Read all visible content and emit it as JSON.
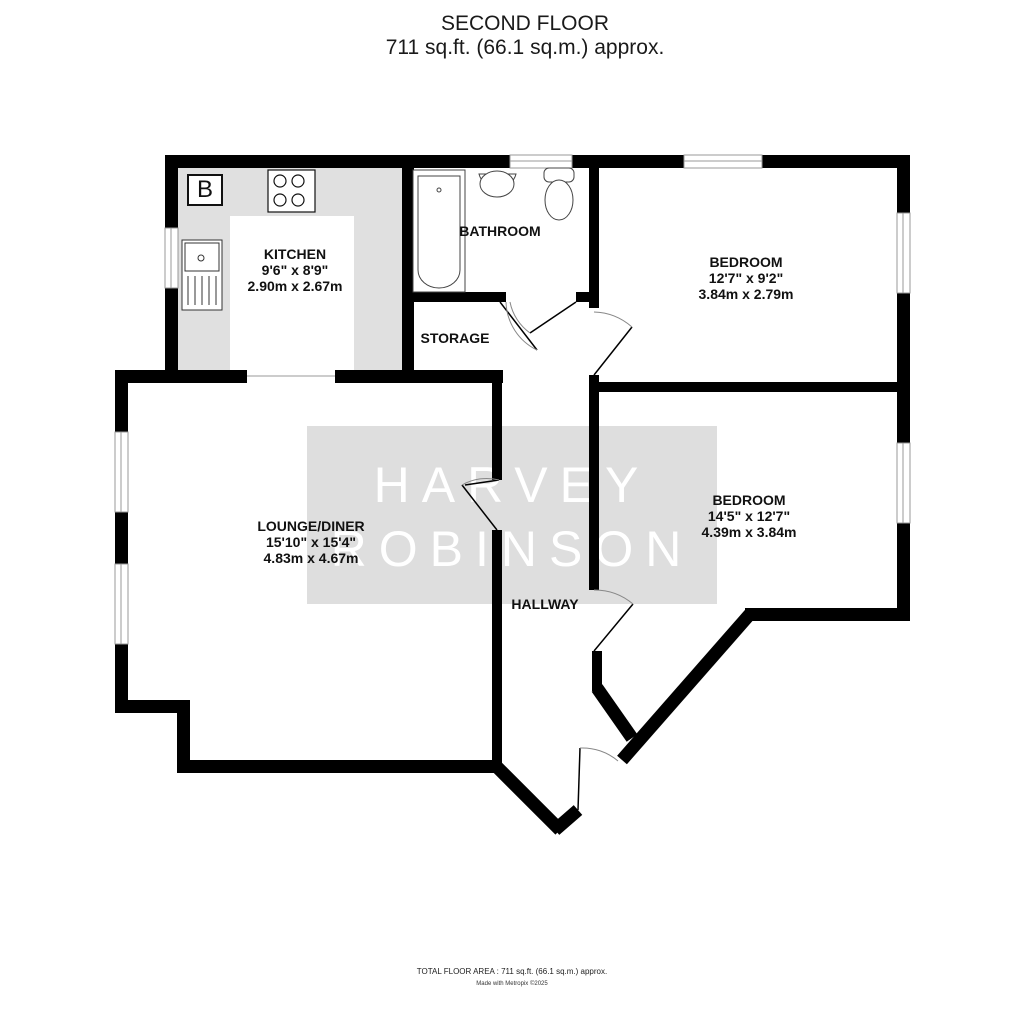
{
  "header": {
    "floor_name": "SECOND FLOOR",
    "floor_area": "711 sq.ft. (66.1 sq.m.) approx."
  },
  "rooms": [
    {
      "name": "KITCHEN",
      "imperial": "9'6\"  x 8'9\"",
      "metric": "2.90m  x 2.67m"
    },
    {
      "name": "BATHROOM"
    },
    {
      "name": "STORAGE"
    },
    {
      "name": "BEDROOM",
      "imperial": "12'7\"  x 9'2\"",
      "metric": "3.84m  x 2.79m"
    },
    {
      "name": "BEDROOM",
      "imperial": "14'5\"  x 12'7\"",
      "metric": "4.39m  x 3.84m"
    },
    {
      "name": "LOUNGE/DINER",
      "imperial": "15'10\"  x 15'4\"",
      "metric": "4.83m  x 4.67m"
    },
    {
      "name": "HALLWAY"
    }
  ],
  "symbols": {
    "boiler_label": "B"
  },
  "watermark": {
    "line1": "HARVEY",
    "line2": "ROBINSON",
    "color": "#c8c8c8"
  },
  "footer": {
    "total_area": "TOTAL FLOOR AREA : 711 sq.ft. (66.1 sq.m.) approx.",
    "credit": "Made with Metropix ©2025"
  },
  "colors": {
    "wall": "#000000",
    "kitchen_floor": "#e0e0e0",
    "background": "#ffffff"
  }
}
